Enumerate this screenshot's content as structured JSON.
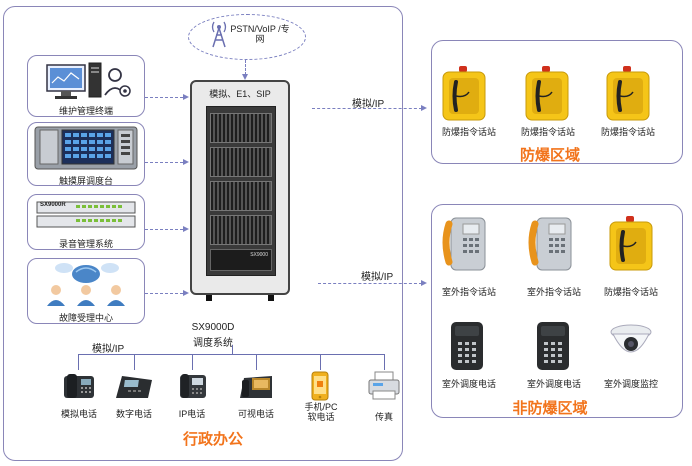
{
  "network": {
    "cloud_label": "PSTN/VoIP /专网"
  },
  "cabinet": {
    "top_label": "模拟、E1、SIP",
    "name_line1": "SX9000D",
    "name_line2": "调度系统",
    "badge": "SX9000"
  },
  "left_devices": [
    {
      "label": "维护管理终端"
    },
    {
      "label": "触摸屏调度台"
    },
    {
      "label": "录音管理系统",
      "device_text": "SX9000R"
    },
    {
      "label": "故障受理中心"
    }
  ],
  "links": {
    "to_explosion": "模拟/IP",
    "to_non_explosion": "模拟/IP",
    "to_office": "模拟/IP"
  },
  "explosion_zone": {
    "title": "防爆区域",
    "items": [
      {
        "label": "防爆指令话站"
      },
      {
        "label": "防爆指令话站"
      },
      {
        "label": "防爆指令话站"
      }
    ]
  },
  "non_explosion_zone": {
    "title": "非防爆区域",
    "row1": [
      {
        "label": "室外指令话站"
      },
      {
        "label": "室外指令话站"
      },
      {
        "label": "防爆指令话站"
      }
    ],
    "row2": [
      {
        "label": "室外调度电话"
      },
      {
        "label": "室外调度电话"
      },
      {
        "label": "室外调度监控"
      }
    ]
  },
  "office_zone": {
    "title": "行政办公",
    "items": [
      {
        "label": "模拟电话"
      },
      {
        "label": "数字电话"
      },
      {
        "label": "IP电话"
      },
      {
        "label": "可视电话"
      },
      {
        "label": "手机/PC 软电话"
      },
      {
        "label": "传真"
      }
    ]
  },
  "colors": {
    "accent_orange": "#f2741c",
    "border_purple": "#8a86b8",
    "phone_yellow": "#f5c518",
    "phone_orange": "#e8931c",
    "line_blue": "#7a7fc0"
  }
}
